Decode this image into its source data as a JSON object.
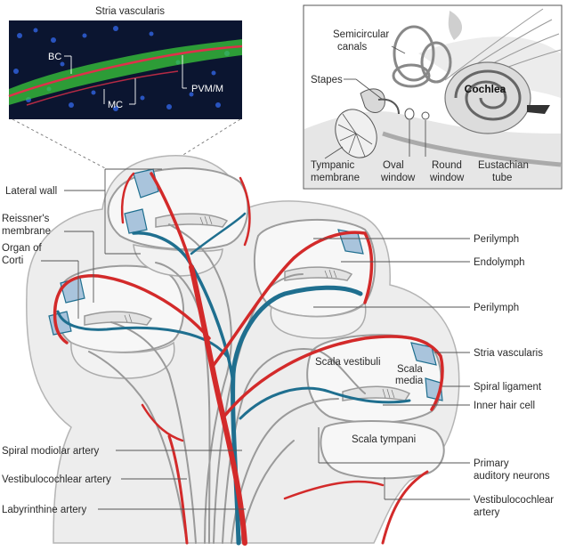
{
  "colors": {
    "artery": "#d32a2a",
    "vein": "#1f6f8f",
    "nerve": "#9a9a9a",
    "tissue": "#e6e6e6",
    "stria": "#a9c4dc",
    "micrograph_bg": "#0b1530",
    "micrograph_green": "#39c93a",
    "micrograph_blue": "#2f5fd8",
    "micrograph_red": "#e0304a"
  },
  "micrograph": {
    "title": "Stria vascularis",
    "labels": {
      "bc": "BC",
      "mc": "MC",
      "pvm": "PVM/M"
    }
  },
  "inset": {
    "semicircular": "Semicircular\ncanals",
    "stapes": "Stapes",
    "cochlea": "Cochlea",
    "tympanic": "Tympanic\nmembrane",
    "oval": "Oval\nwindow",
    "round": "Round\nwindow",
    "eustachian": "Eustachian\ntube"
  },
  "left_labels": {
    "lateral_wall": "Lateral wall",
    "reissner": "Reissner's\nmembrane",
    "organ_corti": "Organ of\nCorti",
    "spiral_modiolar": "Spiral modiolar artery",
    "vestibulocochlear": "Vestibulocochlear artery",
    "labyrinthine": "Labyrinthine artery"
  },
  "right_labels": {
    "perilymph_top": "Perilymph",
    "endolymph": "Endolymph",
    "perilymph_mid": "Perilymph",
    "stria": "Stria vascularis",
    "spiral_ligament": "Spiral ligament",
    "inner_hair": "Inner hair cell",
    "primary_auditory": "Primary\nauditory neurons",
    "vestibulocochlear_right": "Vestibulocochlear\nartery"
  },
  "inner_labels": {
    "scala_vestibuli": "Scala vestibuli",
    "scala_media": "Scala\nmedia",
    "scala_tympani": "Scala tympani"
  }
}
